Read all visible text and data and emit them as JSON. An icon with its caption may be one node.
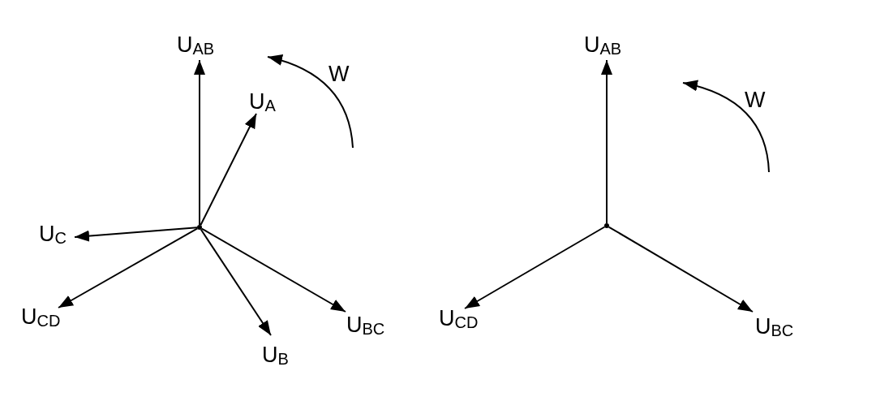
{
  "diagram": {
    "nodes": [
      {
        "text": [],
        "shape": "circle"
      },
      {
        "text": [
          "U$_{AB}$"
        ]
      },
      {
        "text": [
          "U$_{A}$"
        ]
      },
      {
        "text": [
          "U$_{C}$"
        ]
      },
      {
        "text": [
          "U$_{CD}$"
        ]
      },
      {
        "text": [
          "U$_{B}$"
        ]
      },
      {
        "text": [
          "U$_{BC}$"
        ]
      },
      {
        "text": [],
        "shape": "circle"
      },
      {
        "text": [
          "U$_{AB}$"
        ]
      },
      {
        "text": [
          "U$_{CD}$"
        ]
      },
      {
        "text": [
          "U$_{BC}$"
        ]
      }
    ],
    "edges": [
      {
        "from": 0,
        "to": 1,
        "arrow": "to"
      },
      {
        "from": 0,
        "to": 2,
        "arrow": "to"
      },
      {
        "from": 0,
        "to": 3,
        "arrow": "to"
      },
      {
        "from": 0,
        "to": 4,
        "arrow": "to"
      },
      {
        "from": 0,
        "to": 5,
        "arrow": "to"
      },
      {
        "from": 0,
        "to": 6,
        "arrow": "to"
      },
      {
        "from": 7,
        "to": 8,
        "arrow": "to"
      },
      {
        "from": 7,
        "to": 9,
        "arrow": "to"
      },
      {
        "from": 7,
        "to": 10,
        "arrow": "to"
      }
    ],
    "labels": [
      "W",
      "W"
    ]
  }
}
